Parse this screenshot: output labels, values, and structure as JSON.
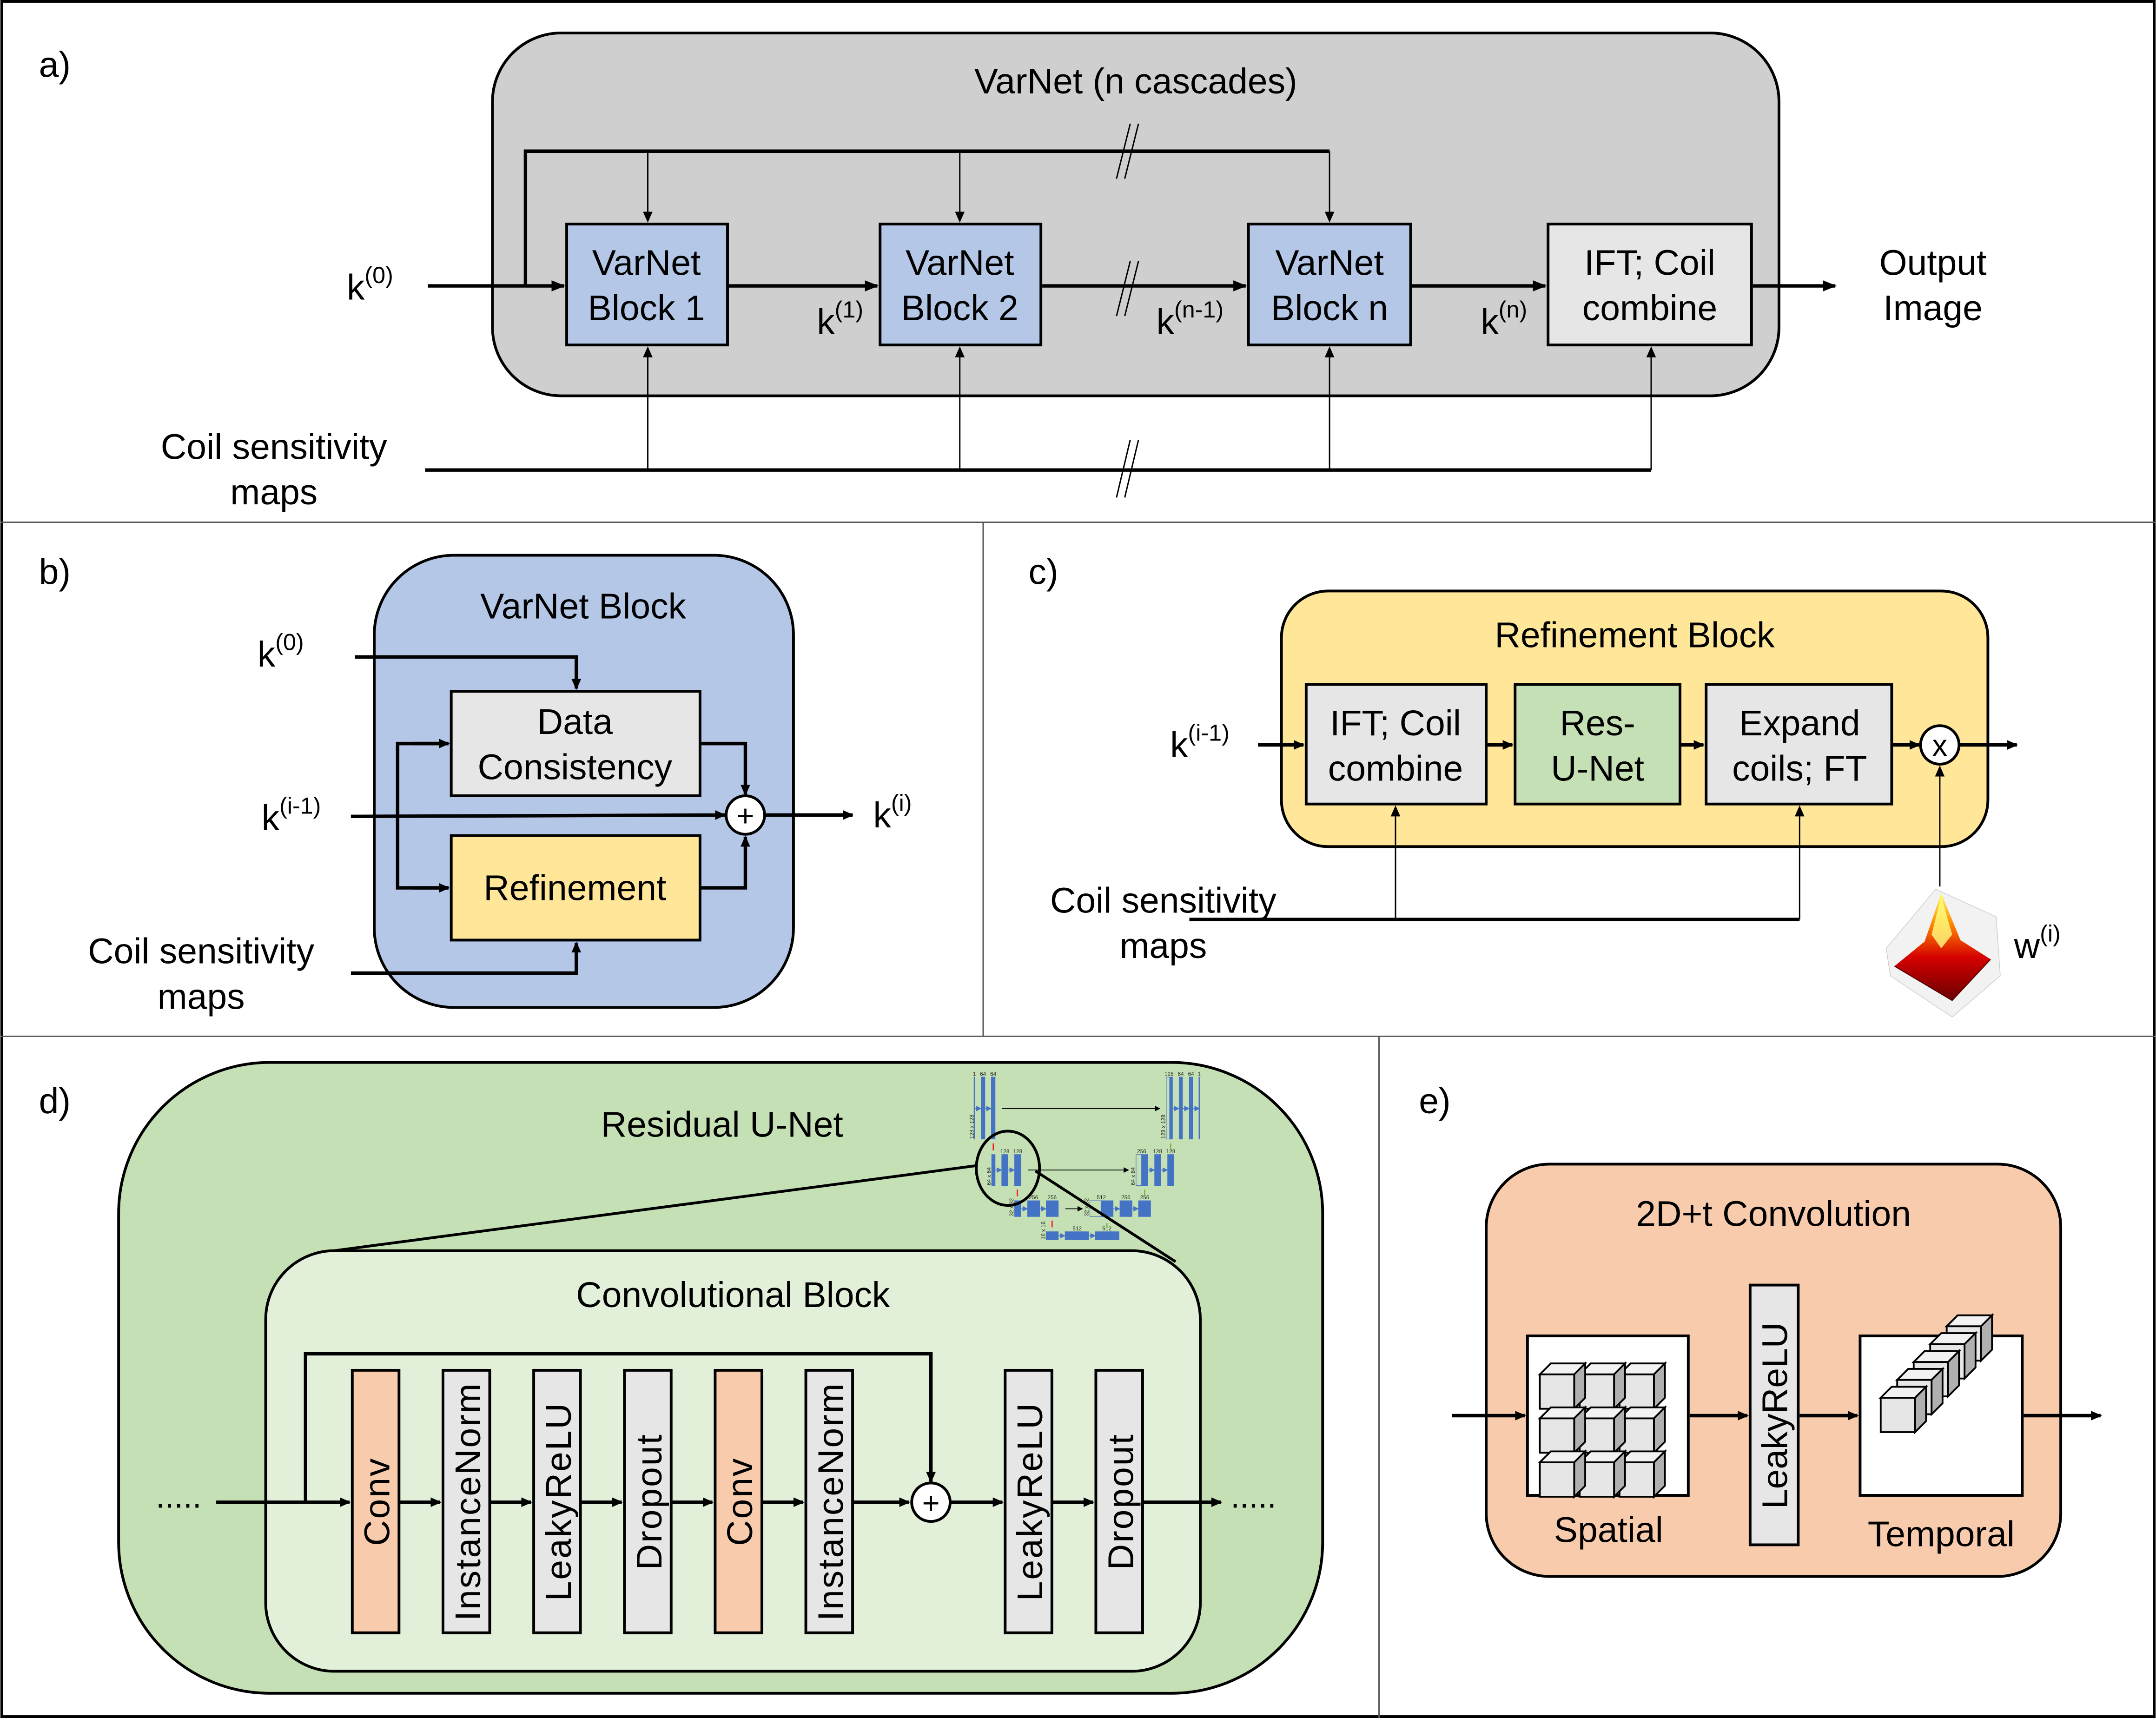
{
  "colors": {
    "varnet_gray": "#d0cfd0",
    "block_blue": "#b4c7e7",
    "light_gray": "#e7e6e6",
    "yellow": "#ffe699",
    "green": "#c5e0b4",
    "light_green": "#e2efd9",
    "orange": "#f8cbad",
    "unet_blue": "#4472c4"
  },
  "panel_a": {
    "label": "a)",
    "title": "VarNet (n cascades)",
    "input_k": "k",
    "input_k_sup": "(0)",
    "blocks": [
      {
        "line1": "VarNet",
        "line2": "Block 1"
      },
      {
        "line1": "VarNet",
        "line2": "Block 2"
      },
      {
        "line1": "VarNet",
        "line2": "Block n"
      },
      {
        "line1": "IFT; Coil",
        "line2": "combine"
      }
    ],
    "k_labels": [
      {
        "base": "k",
        "sup": "(1)"
      },
      {
        "base": "k",
        "sup": "(n-1)"
      },
      {
        "base": "k",
        "sup": "(n)"
      }
    ],
    "output_line1": "Output",
    "output_line2": "Image",
    "coil_line1": "Coil sensitivity",
    "coil_line2": "maps",
    "break_mark": "//"
  },
  "panel_b": {
    "label": "b)",
    "title": "VarNet Block",
    "k0": {
      "base": "k",
      "sup": "(0)"
    },
    "kim1": {
      "base": "k",
      "sup": "(i-1)"
    },
    "ki": {
      "base": "k",
      "sup": "(i)"
    },
    "dc_line1": "Data",
    "dc_line2": "Consistency",
    "refinement": "Refinement",
    "sum_symbol": "+",
    "coil_line1": "Coil sensitivity",
    "coil_line2": "maps"
  },
  "panel_c": {
    "label": "c)",
    "title": "Refinement Block",
    "kim1": {
      "base": "k",
      "sup": "(i-1)"
    },
    "boxes": [
      {
        "line1": "IFT; Coil",
        "line2": "combine"
      },
      {
        "line1": "Res-",
        "line2": "U-Net"
      },
      {
        "line1": "Expand",
        "line2": "coils; FT"
      }
    ],
    "mult_symbol": "x",
    "weight": {
      "base": "w",
      "sup": "(i)"
    },
    "coil_line1": "Coil sensitivity",
    "coil_line2": "maps"
  },
  "panel_d": {
    "label": "d)",
    "title": "Residual U-Net",
    "inner_title": "Convolutional Block",
    "layers": [
      "Conv",
      "InstanceNorm",
      "LeakyReLU",
      "Dropout",
      "Conv",
      "InstanceNorm",
      "LeakyReLU",
      "Dropout"
    ],
    "layer_kinds": [
      "conv",
      "norm",
      "act",
      "drop",
      "conv",
      "norm",
      "act",
      "drop"
    ],
    "sum_symbol": "+",
    "ellipsis": ".....",
    "unet_thumbnail": {
      "level1_enc": [
        "1",
        "64",
        "64"
      ],
      "level1_dec": [
        "128",
        "64",
        "64",
        "1"
      ],
      "level1_size": "128 x 128",
      "level2_enc": [
        "128",
        "128"
      ],
      "level2_dec": [
        "256",
        "128",
        "128"
      ],
      "level2_size": "64 x 64",
      "level3_enc": [
        "256",
        "256"
      ],
      "level3_dec": [
        "512",
        "256",
        "256"
      ],
      "level3_size": "32 x 32",
      "level4": [
        "512",
        "512"
      ],
      "level4_size": "16 x 16"
    }
  },
  "panel_e": {
    "label": "e)",
    "title": "2D+t Convolution",
    "spatial": "Spatial",
    "activation": "LeakyReLU",
    "temporal": "Temporal"
  }
}
